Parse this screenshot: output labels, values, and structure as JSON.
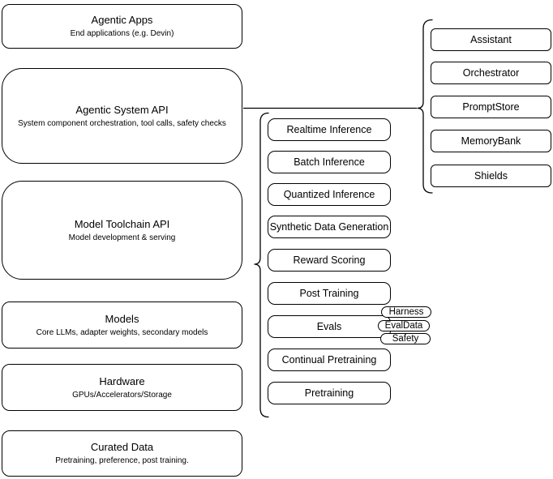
{
  "stack": [
    {
      "title": "Agentic Apps",
      "subtitle": "End applications (e.g. Devin)"
    },
    {
      "title": "Agentic System API",
      "subtitle": "System component orchestration, tool calls, safety checks"
    },
    {
      "title": "Model Toolchain API",
      "subtitle": "Model development & serving"
    },
    {
      "title": "Models",
      "subtitle": "Core LLMs, adapter weights, secondary models"
    },
    {
      "title": "Hardware",
      "subtitle": "GPUs/Accelerators/Storage"
    },
    {
      "title": "Curated Data",
      "subtitle": "Pretraining, preference, post training."
    }
  ],
  "toolchain": {
    "items": [
      {
        "label": "Realtime Inference"
      },
      {
        "label": "Batch Inference"
      },
      {
        "label": "Quantized Inference"
      },
      {
        "label": "Synthetic Data Generation"
      },
      {
        "label": "Reward Scoring"
      },
      {
        "label": "Post Training"
      },
      {
        "label": "Evals"
      },
      {
        "label": "Continual Pretraining"
      },
      {
        "label": "Pretraining"
      }
    ],
    "eval_tags": [
      {
        "label": "Harness"
      },
      {
        "label": "EvalData"
      },
      {
        "label": "Safety"
      }
    ]
  },
  "system_components": {
    "items": [
      {
        "label": "Assistant"
      },
      {
        "label": "Orchestrator"
      },
      {
        "label": "PromptStore"
      },
      {
        "label": "MemoryBank"
      },
      {
        "label": "Shields"
      }
    ]
  },
  "colors": {
    "stroke": "#000000",
    "fill": "#ffffff",
    "text": "#000000"
  }
}
